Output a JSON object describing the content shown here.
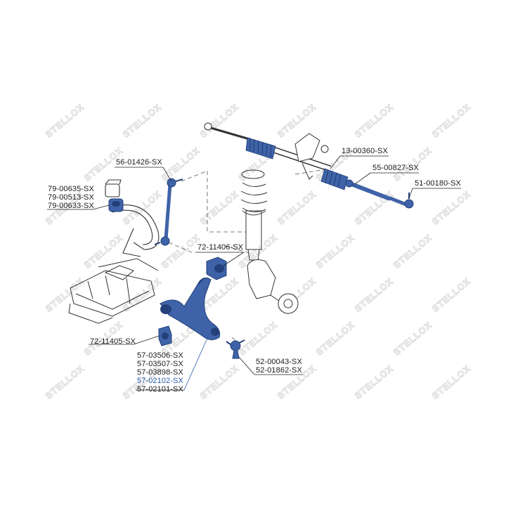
{
  "watermark": "STELLOX",
  "colors": {
    "part_blue": "#3f63a8",
    "part_blue_dark": "#24407a",
    "line": "#222222",
    "highlight_text": "#2a5aa8"
  },
  "labels": {
    "p13_00360": "13-00360-SX",
    "p56_01426": "56-01426-SX",
    "p55_00827": "55-00827-SX",
    "p79_00635": "79-00635-SX",
    "p79_00513": "79-00513-SX",
    "p79_00633": "79-00633-SX",
    "p51_00180": "51-00180-SX",
    "p72_11406": "72-11406-SX",
    "p72_11405": "72-11405-SX",
    "p52_00043": "52-00043-SX",
    "p52_01862": "52-01862-SX",
    "p57_03506": "57-03506-SX",
    "p57_03507": "57-03507-SX",
    "p57_03898": "57-03898-SX",
    "p57_02102": "57-02102-SX",
    "p57_02101": "57-02101-SX"
  }
}
